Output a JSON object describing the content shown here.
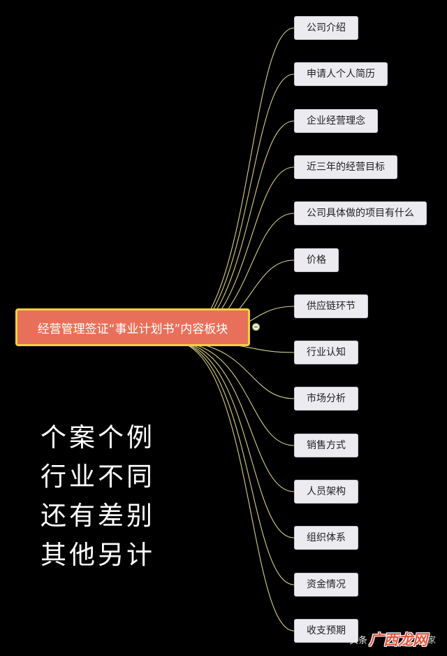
{
  "central_topic": "经营管理签证“事业计划书”内容板块",
  "subtopics": [
    "公司介绍",
    "申请人个人简历",
    "企业经营理念",
    "近三年的经营目标",
    "公司具体做的项目有什么",
    "价格",
    "供应链环节",
    "行业认知",
    "市场分析",
    "销售方式",
    "人员架构",
    "组织体系",
    "资金情况",
    "收支预期"
  ],
  "overlay_text": [
    "个案个例",
    "行业不同",
    "还有差别",
    "其他另计"
  ],
  "watermark": {
    "author": "头条",
    "logo": "广西龙网",
    "suffix": "家"
  },
  "colors": {
    "background": "#000000",
    "central_fill": "#e8705a",
    "central_border": "#f4d23a",
    "connector": "#d8cf8a",
    "topic_fill": "#ebebf0"
  }
}
